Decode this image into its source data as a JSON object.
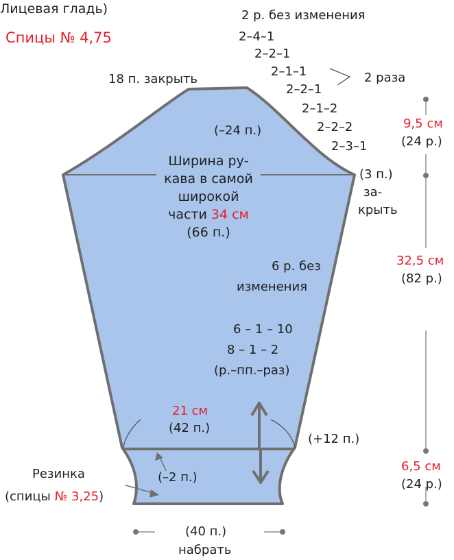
{
  "header": {
    "title": "Лицевая гладь)",
    "needles": "Спицы № 4,75"
  },
  "labels": {
    "no_change_top": "2 р. без изменения",
    "dec_rows": [
      "2–4–1",
      "2–2–1",
      "2–1–1",
      "2–2–1",
      "2–1–2",
      "2–2–2",
      "2–3–1"
    ],
    "times_note": "2 раза",
    "cast_off_18": "18 п. закрыть",
    "minus_24": "(–24 п.)",
    "width_lines": [
      "Ширина ру-",
      "кава в самой",
      "широкой"
    ],
    "width_part": "части ",
    "width_value": "34 см",
    "width_stitches": "(66 п.)",
    "three_st": "(3 п.)",
    "za": "за-",
    "kryt": "крыть",
    "inc_lines": [
      "6 р. без",
      "изменения",
      "6 – 1 – 10",
      "8 – 1 – 2",
      "(р.–пп.–раз)"
    ],
    "cuff_width": "21 см",
    "cuff_stitches": "(42 п.)",
    "plus_12": "(+12 п.)",
    "minus_2": "(–2 п.)",
    "rib_label": "Резинка",
    "rib_needles_prefix": "(спицы ",
    "rib_needles_value": "№ 3,25",
    "rib_needles_suffix": ")",
    "cast_on_stitches": "(40 п.)",
    "cast_on": "набрать"
  },
  "measurements": {
    "cap_height": "9,5 см",
    "cap_rows": "(24 р.)",
    "body_height": "32,5 см",
    "body_rows": "(82 р.)",
    "rib_height": "6,5 см",
    "rib_rows": "(24 р.)"
  },
  "colors": {
    "fill": "#a9c5ec",
    "outline": "#6f6f6f",
    "accent": "#e3202d"
  }
}
